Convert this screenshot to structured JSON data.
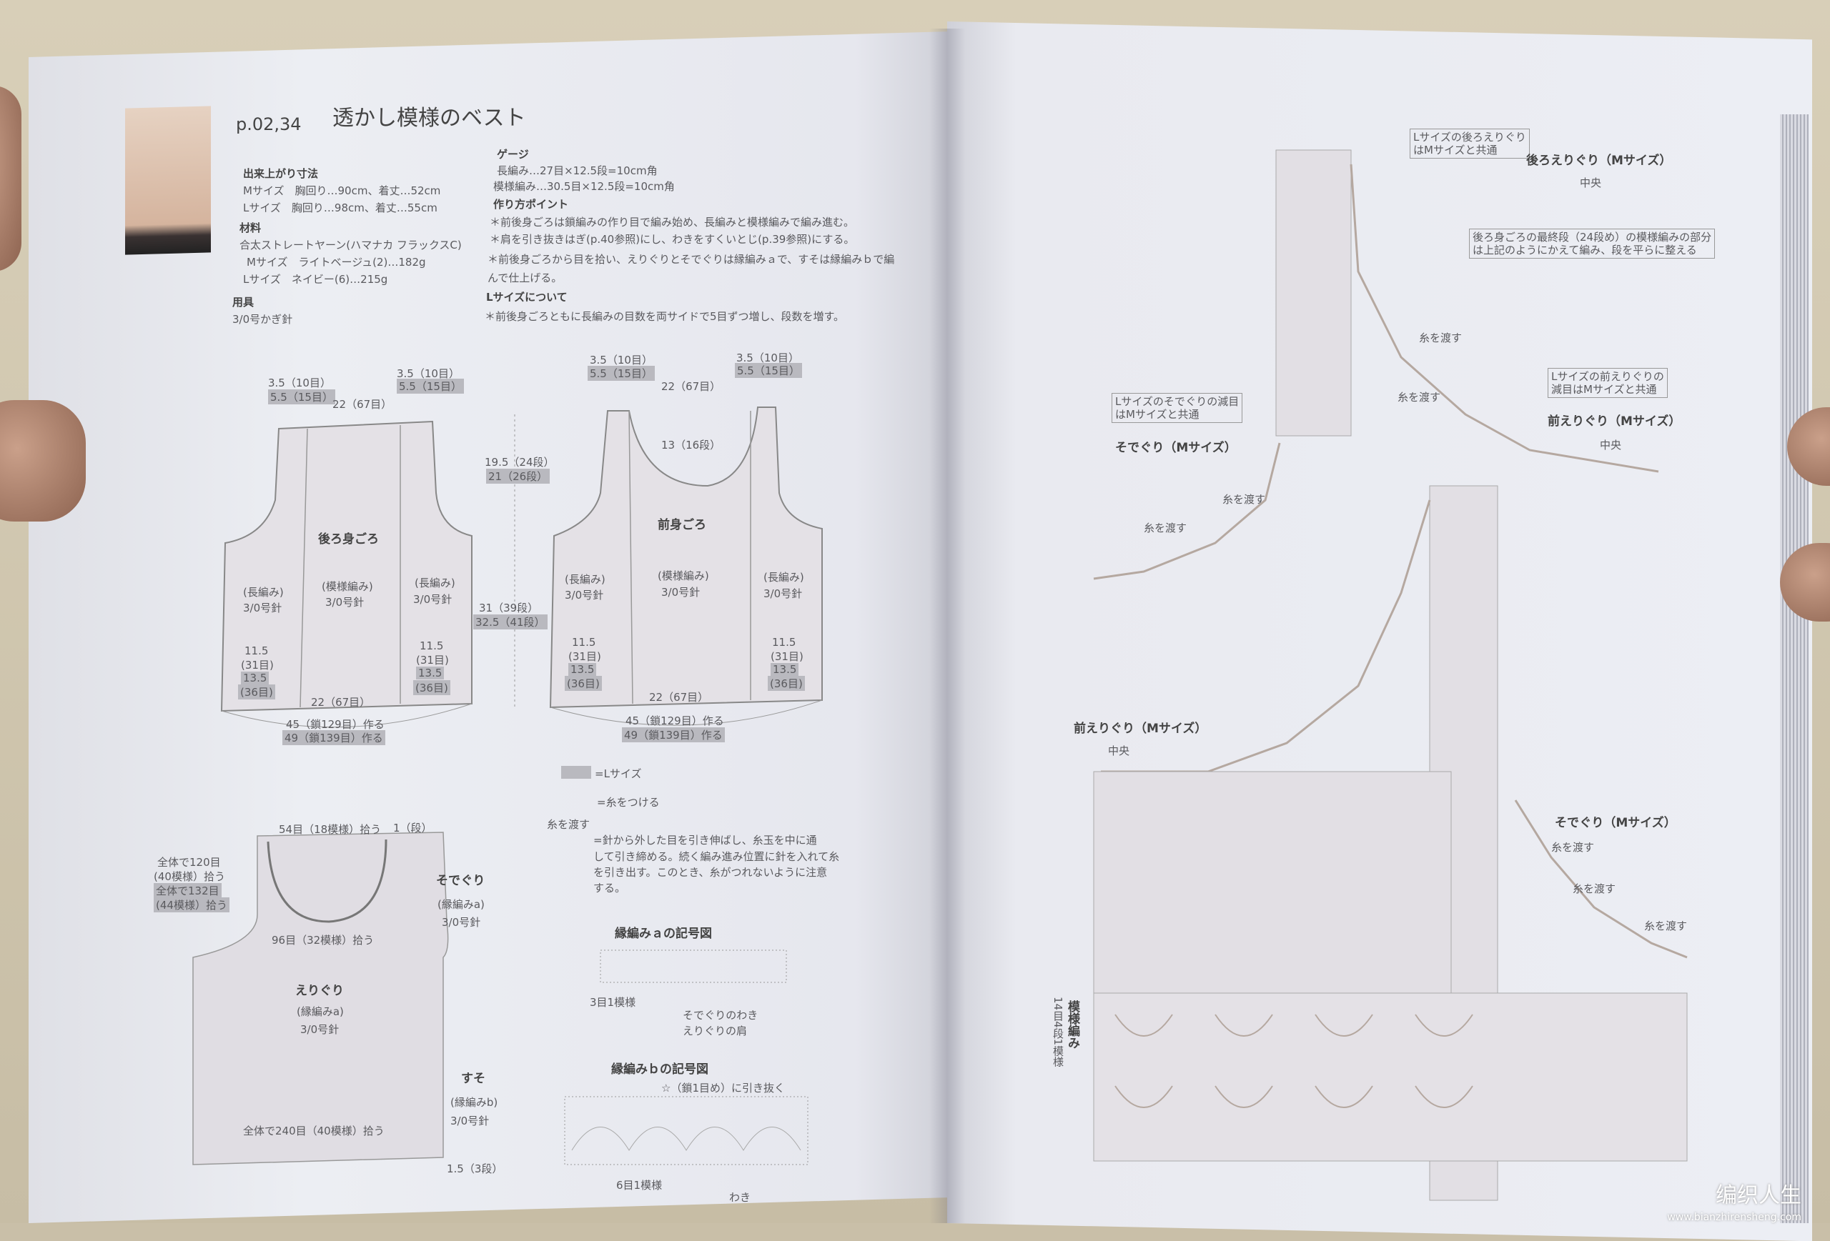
{
  "header": {
    "page_ref": "p.02,34",
    "title": "透かし模様のベスト"
  },
  "specs": {
    "size_heading": "出来上がり寸法",
    "size_m": "Mサイズ　胸回り…90cm、着丈…52cm",
    "size_l": "Lサイズ　胸回り…98cm、着丈…55cm",
    "material_heading": "材料",
    "yarn": "合太ストレートヤーン(ハマナカ フラックスC)",
    "yarn_m": "Mサイズ　ライトベージュ(2)…182g",
    "yarn_l": "Lサイズ　ネイビー(6)…215g",
    "tools_heading": "用具",
    "hook": "3/0号かぎ針"
  },
  "gauge": {
    "heading": "ゲージ",
    "line1": "長編み…27目×12.5段=10cm角",
    "line2": "模様編み…30.5目×12.5段=10cm角",
    "howto_heading": "作り方ポイント",
    "howto1": "＊前後身ごろは鎖編みの作り目で編み始め、長編みと模様編みで編み進む。",
    "howto2": "＊肩を引き抜きはぎ(p.40参照)にし、わきをすくいとじ(p.39参照)にする。",
    "howto3": "＊前後身ごろから目を拾い、えりぐりとそでぐりは縁編みａで、すそは縁編みｂで編",
    "howto3b": "んで仕上げる。",
    "lsize_heading": "Lサイズについて",
    "lsize1": "＊前後身ごろともに長編みの目数を両サイドで5目ずつ増し、段数を増す。"
  },
  "back": {
    "title": "後ろ身ごろ",
    "shoulder_m": "3.5（10目）",
    "shoulder_l": "5.5（15目）",
    "neck_top": "22（67目）",
    "left_st": "(長編み)",
    "left_hook": "3/0号針",
    "mid_st": "(模様編み)",
    "mid_hook": "3/0号針",
    "right_st": "(長編み)",
    "right_hook": "3/0号針",
    "side_m": "11.5",
    "side_m_rows": "(31目)",
    "side_l": "13.5",
    "side_l_rows": "(36目)",
    "bottom_mid": "22（67目）",
    "bottom_m": "45（鎖129目）作る",
    "bottom_l": "49（鎖139目）作る"
  },
  "front": {
    "title": "前身ごろ",
    "shoulder_m": "3.5（10目）",
    "shoulder_l": "5.5（15目）",
    "top": "22（67目）",
    "neck_depth": "13（16段）",
    "left_st": "(長編み)",
    "left_hook": "3/0号針",
    "mid_st": "(模様編み)",
    "mid_hook": "3/0号針",
    "right_st": "(長編み)",
    "right_hook": "3/0号針",
    "side_m": "11.5",
    "side_m_rows": "(31目)",
    "side_l": "13.5",
    "side_l_rows": "(36目)",
    "bottom_mid": "22（67目）",
    "bottom_m": "45（鎖129目）作る",
    "bottom_l": "49（鎖139目）作る"
  },
  "middle_dims": {
    "armhole_m": "19.5（24段）",
    "armhole_l": "21（26段）",
    "body_m": "31（39段）",
    "body_l": "32.5（41段）"
  },
  "legend": {
    "l_size": "=Lサイズ",
    "join": "=糸をつける",
    "transfer_label": "糸を渡す",
    "note1": "=針から外した目を引き伸ばし、糸玉を中に通",
    "note2": "して引き締める。続く編み進み位置に針を入れて糸",
    "note3": "を引き出す。このとき、糸がつれないように注意",
    "note4": "する。"
  },
  "edging": {
    "top_pick": "54目（18模様）拾う",
    "top_rows": "1（段）",
    "total_m": "全体で120目",
    "total_m2": "(40模様）拾う",
    "total_l": "全体で132目",
    "total_l2": "(44模様）拾う",
    "bottom_pick": "96目（32模様）拾う",
    "neck_label": "えりぐり",
    "neck_st": "(縁編みa)",
    "neck_hook": "3/0号針",
    "sleeve_label": "そでぐり",
    "sleeve_st": "(縁編みa)",
    "sleeve_hook": "3/0号針",
    "hem_label": "すそ",
    "hem_st": "(縁編みb)",
    "hem_hook": "3/0号針",
    "hem_pick": "全体で240目（40模様）拾う",
    "hem_rows": "1.5（3段）"
  },
  "chart_a": {
    "title": "縁編みａの記号図",
    "repeat": "3目1模様",
    "note1": "そでぐりのわき",
    "note2": "えりぐりの肩"
  },
  "chart_b": {
    "title": "縁編みｂの記号図",
    "star": "☆（鎖1目め）に引き抜く",
    "repeat": "6目1模様",
    "side": "わき"
  },
  "right_labels": {
    "note_back": "Lサイズの後ろえりぐり",
    "note_back2": "はMサイズと共通",
    "back_neck": "後ろえりぐり（Mサイズ）",
    "center": "中央",
    "note_final": "後ろ身ごろの最終段（24段め）の模様編みの部分",
    "note_final2": "は上記のようにかえて編み、段を平らに整える",
    "transfer": "糸を渡す",
    "note_front": "Lサイズの前えりぐりの",
    "note_front2": "減目はMサイズと共通",
    "front_neck_top": "前えりぐり（Mサイズ）",
    "note_sleeve": "Lサイズのそでぐりの減目",
    "note_sleeve2": "はMサイズと共通",
    "sleeve_top": "そでぐり（Mサイズ）",
    "front_neck": "前えりぐり（Mサイズ）",
    "sleeve_bottom": "そでぐり（Mサイズ）",
    "pattern": "模様編み",
    "pattern_repeat": "14目4段1模様"
  },
  "watermark": {
    "title": "编织人生",
    "url": "www.bianzhirensheng.com"
  }
}
